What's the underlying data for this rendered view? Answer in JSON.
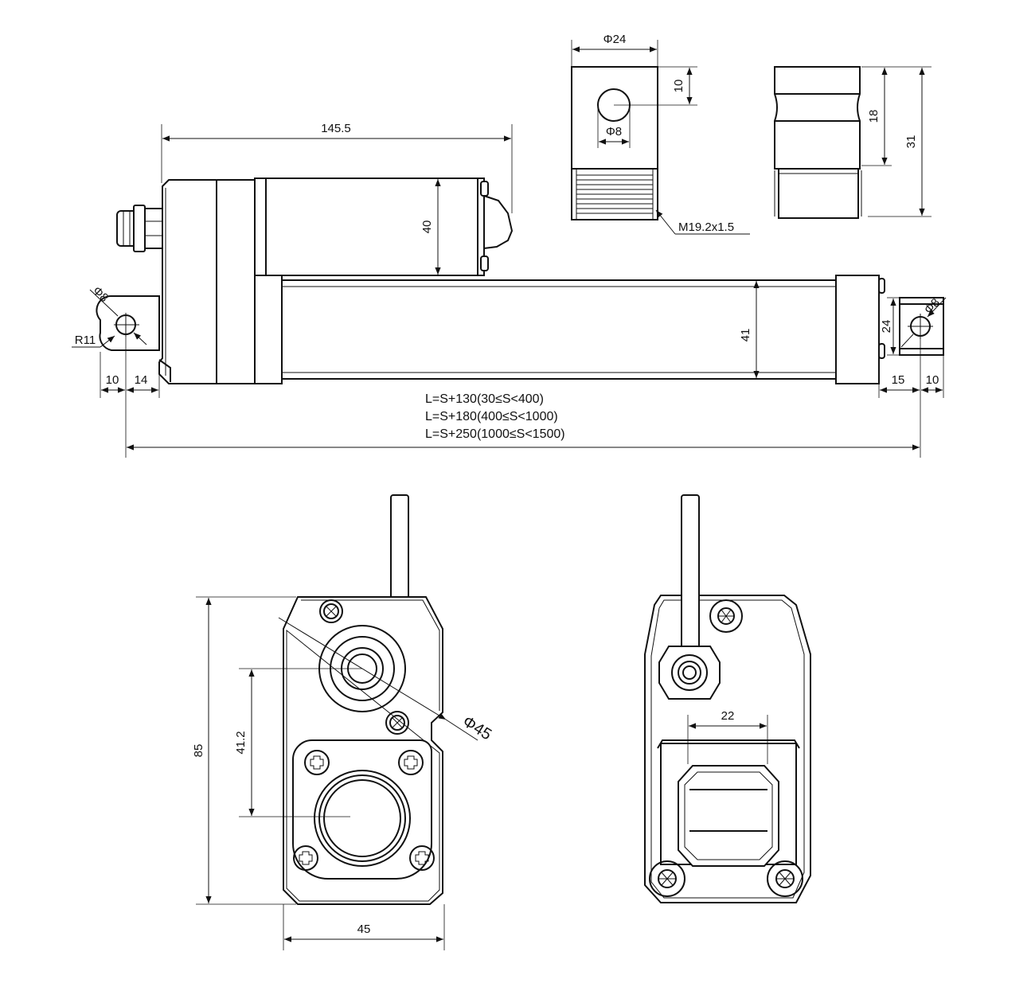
{
  "labels": {
    "body_length": "145.5",
    "motor_height": "40",
    "tube_height": "41",
    "rear_hole_dia": "Φ8",
    "rear_radius": "R11",
    "rear_10": "10",
    "rear_14": "14",
    "front_24": "24",
    "front_hole_dia": "Φ8",
    "front_15": "15",
    "front_10": "10",
    "length_formulas": [
      "L=S+130(30≤S<400)",
      "L=S+180(400≤S<1000)",
      "L=S+250(1000≤S<1500)"
    ],
    "rod_end_width": "Φ24",
    "rod_end_hole_offset": "10",
    "rod_end_hole_dia": "Φ8",
    "thread_spec": "M19.2x1.5",
    "section_18": "18",
    "section_31": "31",
    "end_height": "85",
    "end_41_2": "41.2",
    "end_dia_45": "Φ45",
    "end_width": "45",
    "side_22": "22"
  }
}
